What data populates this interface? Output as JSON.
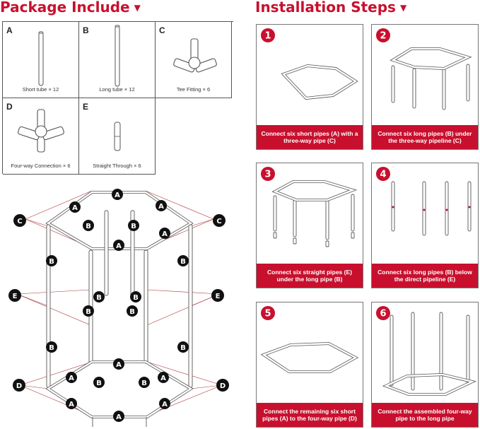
{
  "package": {
    "title": "Package Include",
    "items": [
      {
        "letter": "A",
        "caption": "Short tube × 12"
      },
      {
        "letter": "B",
        "caption": "Long tube × 12"
      },
      {
        "letter": "C",
        "caption": "Tee Fitting × 6"
      },
      {
        "letter": "D",
        "caption": "Four-way Connection × 6"
      },
      {
        "letter": "E",
        "caption": "Straight Through × 6"
      }
    ]
  },
  "steps": {
    "title": "Installation Steps",
    "items": [
      {
        "number": "1",
        "caption": "Connect six short pipes (A) with a three-way pipe (C)"
      },
      {
        "number": "2",
        "caption": "Connect six long pipes (B) under the three-way pipeline (C)"
      },
      {
        "number": "3",
        "caption": "Connect six straight pipes (E) under the long pipe (B)"
      },
      {
        "number": "4",
        "caption": "Connect six long pipes (B) below the direct pipeline (E)"
      },
      {
        "number": "5",
        "caption": "Connect the remaining six short pipes (A) to the four-way pipe (D)"
      },
      {
        "number": "6",
        "caption": "Connect the assembled four-way pipe to the long pipe"
      }
    ]
  },
  "diagram": {
    "labels": {
      "a": "A",
      "b": "B",
      "c": "C",
      "d": "D",
      "e": "E"
    }
  },
  "colors": {
    "accent": "#c8102e",
    "line": "#555555"
  },
  "icons": {
    "heading_marker": "triangle-down-icon"
  }
}
